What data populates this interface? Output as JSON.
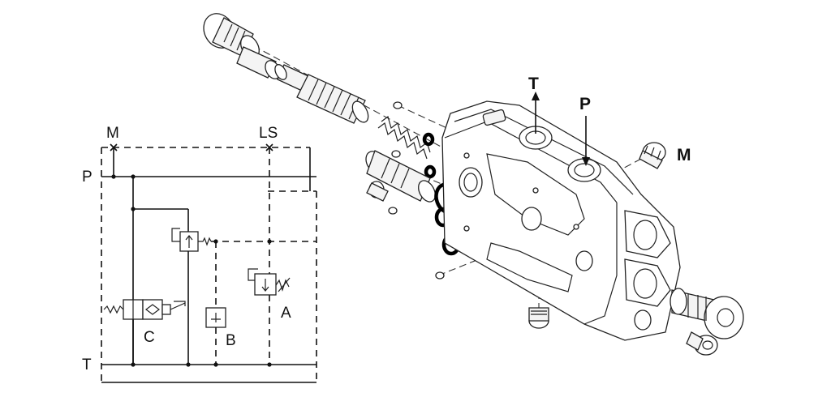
{
  "schematic": {
    "port_labels": {
      "M": "M",
      "LS": "LS",
      "P": "P",
      "T": "T"
    },
    "component_labels": {
      "A": "A",
      "B": "B",
      "C": "C"
    }
  },
  "exploded_view": {
    "port_labels": {
      "T": "T",
      "P": "P",
      "M": "M"
    }
  }
}
